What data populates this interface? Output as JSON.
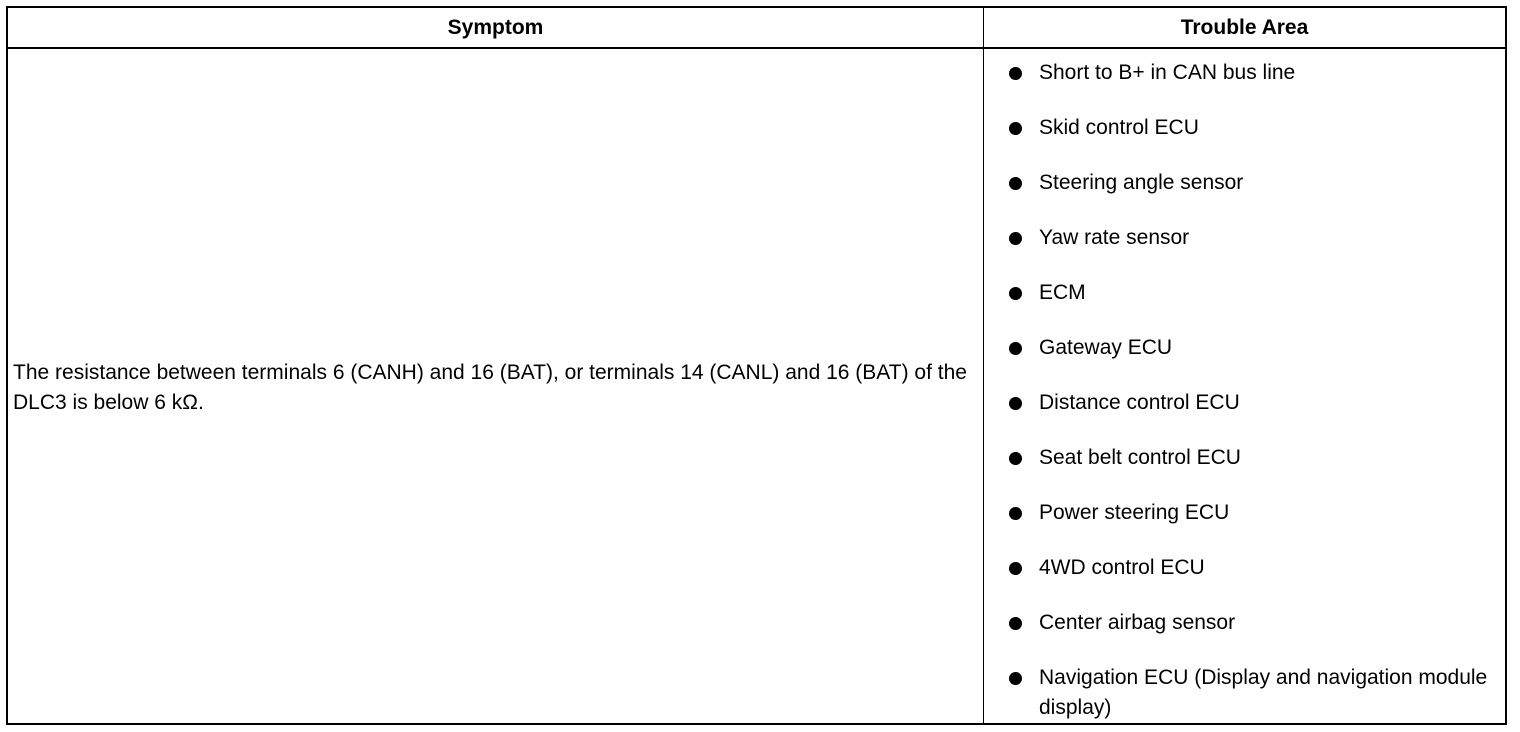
{
  "table": {
    "headers": {
      "symptom": "Symptom",
      "trouble_area": "Trouble Area"
    },
    "rows": [
      {
        "symptom": "The resistance between terminals 6 (CANH) and 16 (BAT), or terminals 14 (CANL) and 16 (BAT) of the DLC3 is below 6 kΩ.",
        "trouble_areas": [
          "Short to B+ in CAN bus line",
          "Skid control ECU",
          "Steering angle sensor",
          "Yaw rate sensor",
          "ECM",
          "Gateway ECU",
          "Distance control ECU",
          "Seat belt control ECU",
          "Power steering ECU",
          "4WD control ECU",
          "Center airbag sensor",
          "Navigation ECU (Display and navigation module display)"
        ]
      }
    ]
  },
  "colors": {
    "text": "#000000",
    "border": "#000000",
    "background": "#ffffff",
    "bullet": "#000000"
  },
  "icons": {
    "bullet": "filled-circle-bullet-icon"
  }
}
